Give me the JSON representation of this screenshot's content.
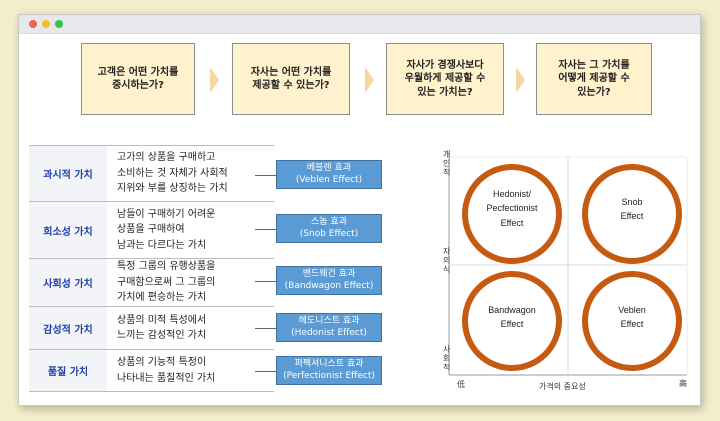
{
  "flow": [
    {
      "text": "고객은 어떤 가치를\n중시하는가?"
    },
    {
      "text": "자사는 어떤 가치를\n제공할 수 있는가?"
    },
    {
      "text": "자사가 경쟁사보다\n우월하게 제공할 수\n있는 가치는?"
    },
    {
      "text": "자사는 그 가치를\n어떻게 제공할 수\n있는가?"
    }
  ],
  "values": [
    {
      "label": "과시적 가치",
      "desc": "고가의 상품을 구매하고\n소비하는 것 자체가 사회적\n지위와 부를 상징하는 가치",
      "effect_ko": "베블렌 효과",
      "effect_en": "(Veblen Effect)"
    },
    {
      "label": "희소성 가치",
      "desc": "남들이 구매하기 어려운\n상품을 구매하여\n남과는 다르다는 가치",
      "effect_ko": "스놉 효과",
      "effect_en": "(Snob Effect)"
    },
    {
      "label": "사회성 가치",
      "desc": "특정 그룹의 유행상품을\n구매함으로써 그 그룹의\n가치에 편승하는 가치",
      "effect_ko": "밴드웨건 효과",
      "effect_en": "(Bandwagon Effect)"
    },
    {
      "label": "감성적 가치",
      "desc": "상품의 미적 특성에서\n느끼는 감성적인 가치",
      "effect_ko": "헤도니스트 효과",
      "effect_en": "(Hedonist Effect)"
    },
    {
      "label": "품질 가치",
      "desc": "상품의 기능적 특정이\n나타내는 품질적인 가치",
      "effect_ko": "퍼펙셔니스트 효과",
      "effect_en": "(Perfectionist Effect)"
    }
  ],
  "matrix": {
    "y_top": "개\n인\n적",
    "y_mid": "자\n의\n식",
    "y_bottom": "사\n회\n적",
    "x_low": "低",
    "x_high": "高",
    "x_title": "가격의 중요성",
    "quadrants": {
      "top_left": "Hedonist/\nPecfectionist\nEffect",
      "top_right": "Snob\nEffect",
      "bottom_left": "Bandwagon\nEffect",
      "bottom_right": "Veblen\nEffect"
    }
  },
  "colors": {
    "flow_fill": "#fff2cc",
    "effect_fill": "#5b9bd5",
    "label_text": "#1f3fa8",
    "ring": "#c55a11",
    "background": "#f3edc9"
  }
}
